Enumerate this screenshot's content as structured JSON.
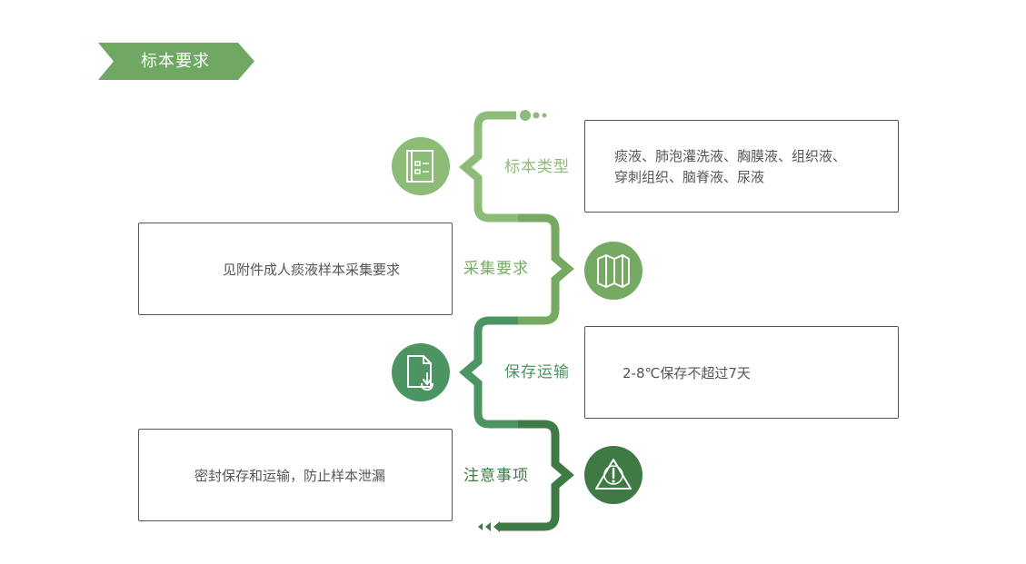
{
  "header": {
    "title": "标本要求"
  },
  "steps": [
    {
      "label": "标本类型",
      "content": [
        "痰液、肺泡灌洗液、胸膜液、组织液、",
        "穿刺组织、脑脊液、尿液"
      ],
      "icon": "checklist-document-icon"
    },
    {
      "label": "采集要求",
      "content": [
        "见附件成人痰液样本采集要求"
      ],
      "icon": "folded-map-icon"
    },
    {
      "label": "保存运输",
      "content": [
        "2-8℃保存不超过7天"
      ],
      "icon": "document-download-icon"
    },
    {
      "label": "注意事项",
      "content": [
        "密封保存和运输，防止样本泄漏"
      ],
      "icon": "warning-triangle-icon"
    }
  ],
  "colors": {
    "step1": "#8cbc78",
    "step2": "#76aa62",
    "step3": "#4d9463",
    "step4": "#3f7a44",
    "header": "#6fa862",
    "text": "#555555"
  }
}
